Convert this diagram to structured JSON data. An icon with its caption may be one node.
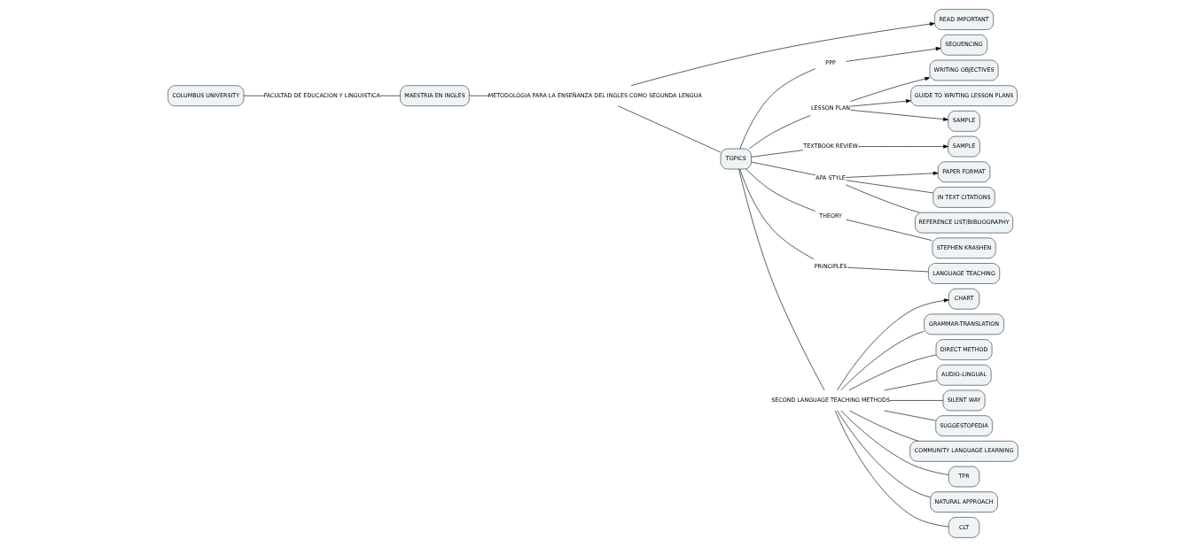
{
  "diagram": {
    "nodes": [
      {
        "text": [
          "COLUMBUS UNIVERSITY"
        ]
      },
      {
        "text": [
          "FACULTAD DE EDUCACION Y LINGUISTICA"
        ]
      },
      {
        "text": [
          "MAESTRIA EN INGLES"
        ]
      },
      {
        "text": [
          "METODOLOGIA PARA LA ENSEÑANZA DEL INGLES COMO SEGUNDA LENGUA"
        ]
      },
      {
        "text": [
          "READ IMPORTANT"
        ]
      },
      {
        "text": [
          "WRITING OBJECTIVES"
        ]
      },
      {
        "text": [
          "GUIDE TO WRITING LESSON PLANS"
        ]
      },
      {
        "text": [
          "TOPICS"
        ]
      },
      {
        "text": [
          "PPP"
        ]
      },
      {
        "text": [
          "SEQUENCING"
        ]
      },
      {
        "text": [
          "SAMPLE"
        ]
      },
      {
        "text": [
          "LESSON PLAN"
        ]
      },
      {
        "text": [
          "TEXTBOOK REVIEW"
        ]
      },
      {
        "text": [
          "APA STYLE"
        ]
      },
      {
        "text": [
          "SAMPLE"
        ]
      },
      {
        "text": [
          "THEORY"
        ]
      },
      {
        "text": [
          "PAPER FORMAT"
        ]
      },
      {
        "text": [
          "PRINCIPLES"
        ]
      },
      {
        "text": [
          "STEPHEN KRASHEN"
        ]
      },
      {
        "text": [
          "SECOND LANGUAGE TEACHING METHODS"
        ]
      },
      {
        "text": [
          "CHART"
        ]
      },
      {
        "text": [
          "LANGUAGE TEACHING"
        ]
      },
      {
        "text": [
          "IN TEXT CITATIONS"
        ]
      },
      {
        "text": [
          "REFERENCE LIST/BIBLIOGRAPHY"
        ]
      },
      {
        "text": [
          "GRAMMAR-TRANSLATION"
        ]
      },
      {
        "text": [
          "DIRECT METHOD"
        ]
      },
      {
        "text": [
          "AUDIO-LINGUAL"
        ]
      },
      {
        "text": [
          "SILENT WAY"
        ]
      },
      {
        "text": [
          "SUGGESTOPEDIA"
        ]
      },
      {
        "text": [
          "COMMUNITY LANGUAGE LEARNING"
        ]
      },
      {
        "text": [
          "TPR"
        ]
      },
      {
        "text": [
          "NATURAL APPROACH"
        ]
      },
      {
        "text": [
          "CLT"
        ]
      }
    ],
    "edges": [
      {
        "from": 0,
        "to": 1,
        "arrow": "none"
      },
      {
        "from": 1,
        "to": 2,
        "arrow": "none"
      },
      {
        "from": 2,
        "to": 3,
        "arrow": "none"
      },
      {
        "from": 3,
        "to": 4,
        "arrow": "to"
      },
      {
        "from": 3,
        "to": 7,
        "arrow": "none"
      },
      {
        "from": 7,
        "to": 11,
        "arrow": "none"
      },
      {
        "from": 11,
        "to": 5,
        "arrow": "to"
      },
      {
        "from": 11,
        "to": 6,
        "arrow": "to"
      },
      {
        "from": 11,
        "to": 10,
        "arrow": "to"
      },
      {
        "from": 7,
        "to": 13,
        "arrow": "none"
      },
      {
        "from": 13,
        "to": 16,
        "arrow": "to"
      },
      {
        "from": 13,
        "to": 22,
        "arrow": "none"
      },
      {
        "from": 13,
        "to": 23,
        "arrow": "none"
      },
      {
        "from": 7,
        "to": 15,
        "arrow": "none"
      },
      {
        "from": 15,
        "to": 18,
        "arrow": "none"
      },
      {
        "from": 7,
        "to": 17,
        "arrow": "none"
      },
      {
        "from": 17,
        "to": 21,
        "arrow": "none"
      },
      {
        "from": 7,
        "to": 8,
        "arrow": "none"
      },
      {
        "from": 8,
        "to": 9,
        "arrow": "to"
      },
      {
        "from": 7,
        "to": 12,
        "arrow": "none"
      },
      {
        "from": 12,
        "to": 14,
        "arrow": "to"
      },
      {
        "from": 7,
        "to": 19,
        "arrow": "none"
      },
      {
        "from": 19,
        "to": 20,
        "arrow": "to"
      },
      {
        "from": 19,
        "to": 24,
        "arrow": "none"
      },
      {
        "from": 19,
        "to": 25,
        "arrow": "none"
      },
      {
        "from": 19,
        "to": 26,
        "arrow": "none"
      },
      {
        "from": 19,
        "to": 27,
        "arrow": "none"
      },
      {
        "from": 19,
        "to": 28,
        "arrow": "none"
      },
      {
        "from": 19,
        "to": 29,
        "arrow": "none"
      },
      {
        "from": 19,
        "to": 30,
        "arrow": "none"
      },
      {
        "from": 19,
        "to": 31,
        "arrow": "none"
      },
      {
        "from": 19,
        "to": 32,
        "arrow": "none"
      }
    ]
  }
}
